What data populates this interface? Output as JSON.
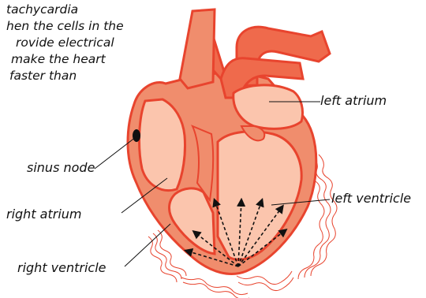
{
  "caption": {
    "lines": [
      "tachycardia",
      "hen the cells in the",
      "rovide electrical",
      "make the heart",
      "faster than"
    ]
  },
  "labels": {
    "left_atrium": "left atrium",
    "sinus_node": "sinus node",
    "right_atrium": "right atrium",
    "left_ventricle": "left ventricle",
    "right_ventricle": "right ventricle"
  },
  "colors": {
    "outline": "#e8442e",
    "chamber_fill": "#fbc5ad",
    "wall_fill": "#f08d6d",
    "vessel_fill": "#ef6a4c",
    "sinus_node": "#111111",
    "wave_lines": "#e8442e"
  }
}
